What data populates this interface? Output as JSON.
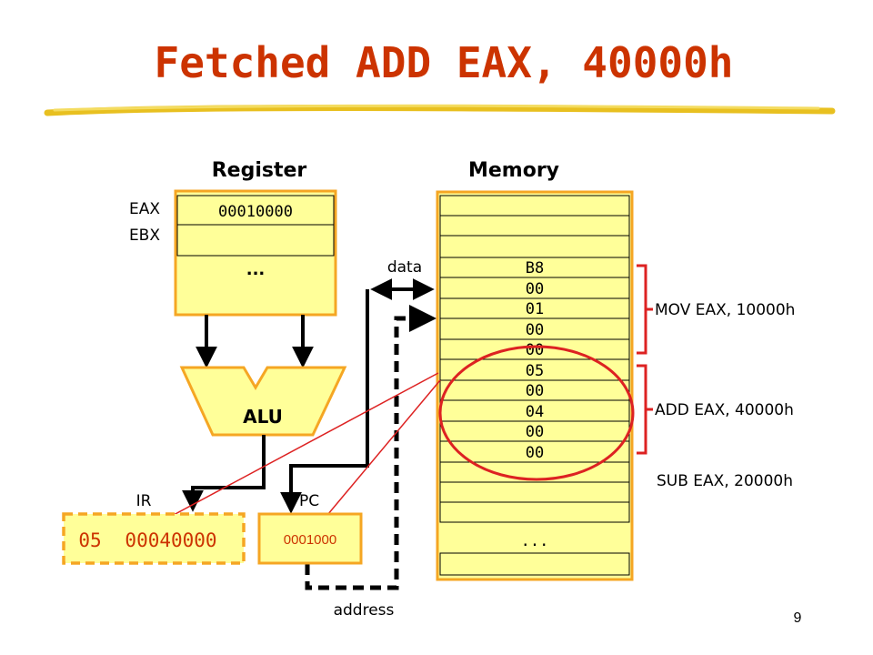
{
  "title": "Fetched ADD EAX, 40000h",
  "page_number": "9",
  "register": {
    "header": "Register",
    "labels": [
      "EAX",
      "EBX"
    ],
    "eax_value": "00010000",
    "ellipsis": "..."
  },
  "memory": {
    "header": "Memory",
    "cells": [
      "",
      "",
      "",
      "B8",
      "00",
      "01",
      "00",
      "00",
      "05",
      "00",
      "04",
      "00",
      "00",
      "",
      "",
      "",
      ""
    ],
    "ellipsis": "..."
  },
  "alu": {
    "label": "ALU"
  },
  "ir": {
    "label": "IR",
    "opcode": "05",
    "operand": "00040000"
  },
  "pc": {
    "label": "PC",
    "value": "0001000"
  },
  "bus": {
    "data_label": "data",
    "address_label": "address"
  },
  "instructions": [
    "MOV EAX, 10000h",
    "ADD EAX, 40000h",
    "SUB EAX, 20000h"
  ],
  "colors": {
    "title": "#cc3300",
    "fill": "#ffff99",
    "border": "#f5a623",
    "red": "#dd2222",
    "underline": "#e8c020"
  }
}
